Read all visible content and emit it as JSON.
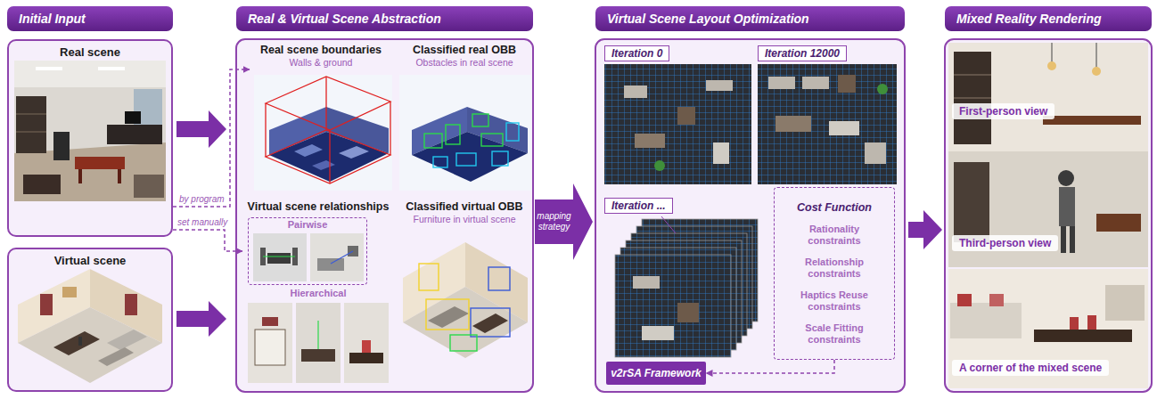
{
  "diagram": {
    "nodes": [
      {
        "text": [
          "Initial Input"
        ]
      },
      {
        "text": [
          "Real scene"
        ]
      },
      {
        "text": [
          "Virtual scene"
        ]
      },
      {
        "text": [
          "Real & Virtual Scene Abstraction"
        ]
      },
      {
        "text": [
          "Real scene boundaries",
          "Walls & ground"
        ]
      },
      {
        "text": [
          "Classified real OBB",
          "Obstacles in real scene"
        ]
      },
      {
        "text": [
          "Virtual scene relationships"
        ]
      },
      {
        "text": [
          "Pairwise"
        ],
        "in": 6
      },
      {
        "text": [
          "Classified virtual OBB",
          "Furniture in virtual scene"
        ]
      },
      {
        "text": [
          "Virtual Scene Layout Optimization"
        ]
      },
      {
        "text": [
          "Iteration 0"
        ]
      },
      {
        "text": [
          "Iteration 12000"
        ]
      },
      {
        "text": [
          "Iteration ..."
        ]
      },
      {
        "text": [
          "Cost Function",
          "Rationality constraints",
          "Relationship constraints",
          "Haptics Reuse constraints",
          "Scale Fitting constraints"
        ]
      },
      {
        "text": [
          "v2rSA Framework"
        ]
      },
      {
        "text": [
          "Mixed Reality Rendering"
        ]
      },
      {
        "text": [
          "First-person view"
        ]
      },
      {
        "text": [
          "Third-person view"
        ]
      },
      {
        "text": [
          "A corner of the mixed scene"
        ]
      }
    ],
    "edges": [
      {
        "from": 1,
        "to": 4,
        "arrow": "to",
        "label": "by program"
      },
      {
        "from": 1,
        "to": 6,
        "arrow": "to",
        "label": "set manually"
      },
      {
        "from": 13,
        "to": 14,
        "arrow": "to"
      }
    ],
    "labels": [
      "mapping strategy",
      "Hierarchical"
    ]
  }
}
